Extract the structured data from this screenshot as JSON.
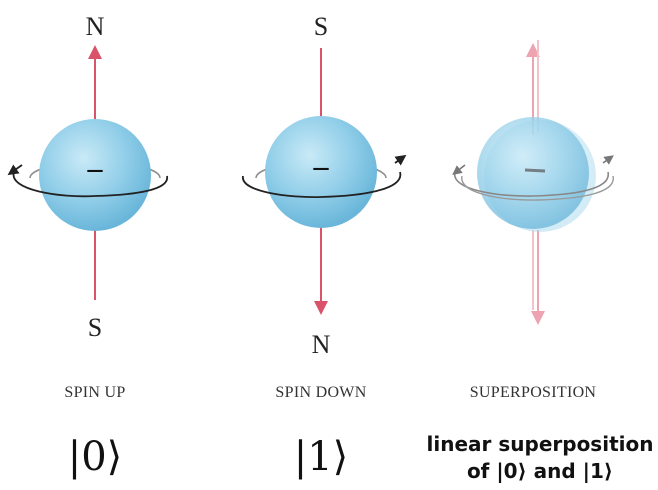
{
  "panels": [
    {
      "id": "spin-up",
      "top_pole": "N",
      "bottom_pole": "S",
      "charge": "–",
      "caption": "SPIN UP",
      "state": "|0⟩"
    },
    {
      "id": "spin-down",
      "top_pole": "S",
      "bottom_pole": "N",
      "charge": "–",
      "caption": "SPIN DOWN",
      "state": "|1⟩"
    },
    {
      "id": "superposition",
      "caption": "SUPERPOSITION",
      "note_line1": "linear superposition",
      "note_line2": "of |0⟩ and |1⟩"
    }
  ],
  "colors": {
    "sphere": "#8fcde8",
    "sphere_highlight": "#c9eaf7",
    "arrow": "#d9536b",
    "orbit": "#222222"
  }
}
